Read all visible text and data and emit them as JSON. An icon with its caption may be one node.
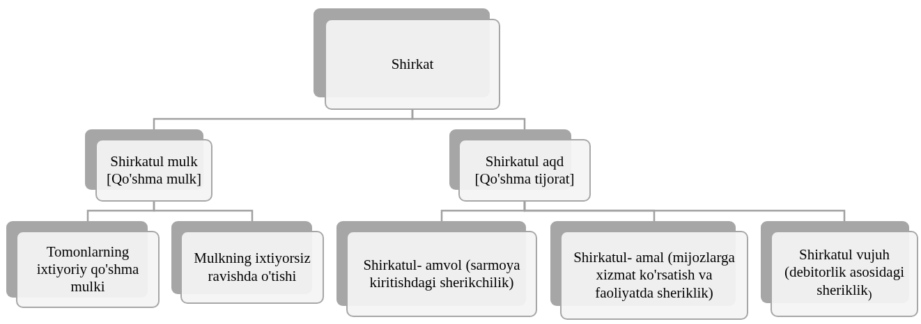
{
  "diagram": {
    "nodes": [
      {
        "text": [
          "Shirkat"
        ]
      },
      {
        "text": [
          "Shirkatul mulk [Qo'shma mulk]"
        ]
      },
      {
        "text": [
          "Shirkatul aqd [Qo'shma tijorat]"
        ]
      },
      {
        "text": [
          "Tomonlarning ixtiyoriy qo'shma mulki"
        ]
      },
      {
        "text": [
          "Mulkning ixtiyorsiz ravishda o'tishi"
        ]
      },
      {
        "text": [
          "Shirkatul- amvol (sarmoya kiritishdagi sherikchilik)"
        ]
      },
      {
        "text": [
          "Shirkatul- amal (mijozlarga xizmat ko'rsatish va faoliyatda sheriklik)"
        ]
      },
      {
        "text": [
          "Shirkatul vujuh (debitorlik asosidagi sheriklik$_{)}$"
        ]
      }
    ],
    "edges": [
      {
        "from": 0,
        "to": 1,
        "arrow": "none"
      },
      {
        "from": 0,
        "to": 2,
        "arrow": "none"
      },
      {
        "from": 1,
        "to": 3,
        "arrow": "none"
      },
      {
        "from": 1,
        "to": 4,
        "arrow": "none"
      },
      {
        "from": 2,
        "to": 5,
        "arrow": "none"
      },
      {
        "from": 2,
        "to": 6,
        "arrow": "none"
      },
      {
        "from": 2,
        "to": 7,
        "arrow": "none"
      }
    ]
  }
}
